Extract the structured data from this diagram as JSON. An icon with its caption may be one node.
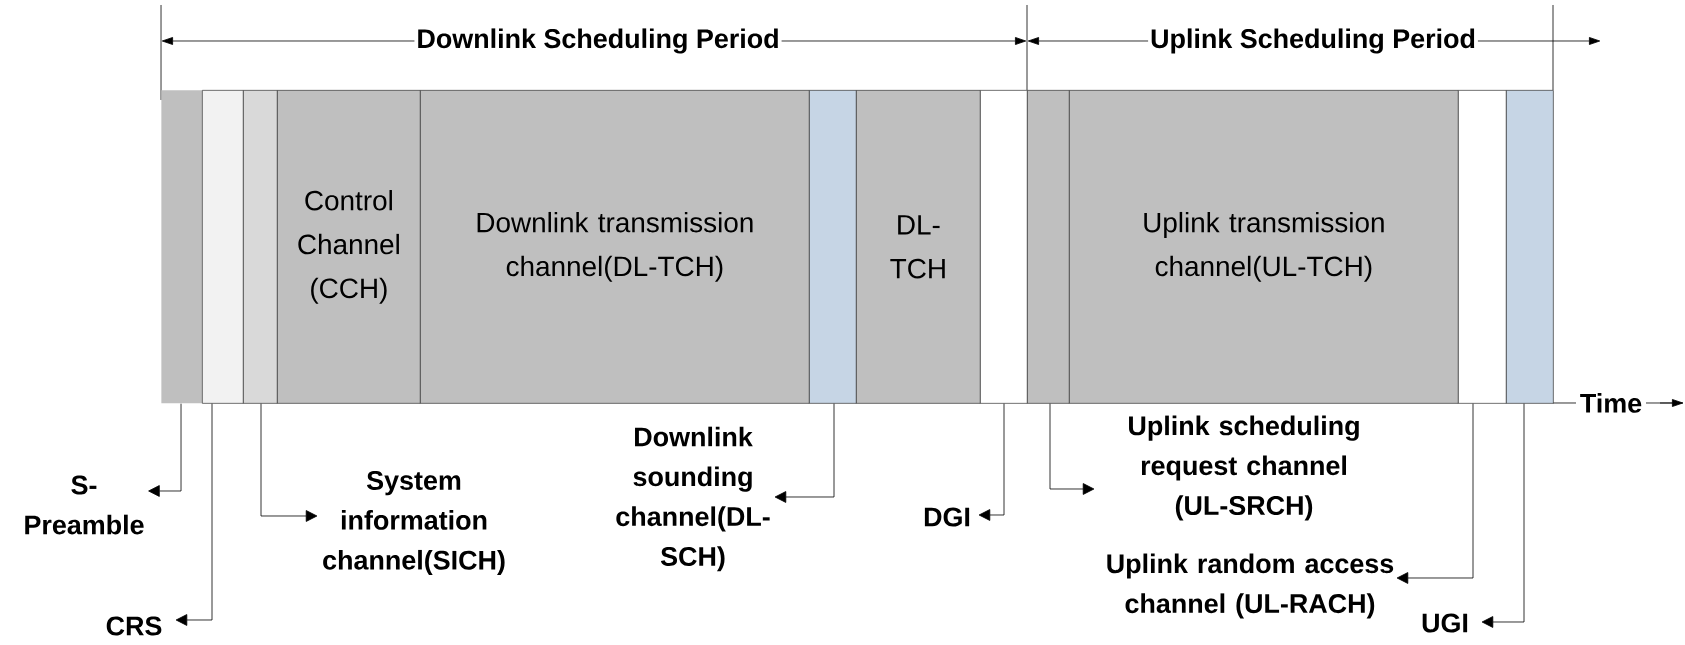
{
  "diagram": {
    "nodes": [
      {
        "text": [],
        "shape": "box"
      },
      {
        "text": [],
        "shape": "box"
      },
      {
        "text": [],
        "shape": "box"
      },
      {
        "text": [
          "Control Channel (CCH)"
        ]
      },
      {
        "text": [
          "Downlink transmission channel(DL-TCH)"
        ]
      },
      {
        "text": [],
        "shape": "box"
      },
      {
        "text": [
          "DL-TCH"
        ]
      },
      {
        "text": [],
        "shape": "box"
      },
      {
        "text": [],
        "shape": "box"
      },
      {
        "text": [
          "Uplink transmission channel(UL-TCH)"
        ]
      },
      {
        "text": [],
        "shape": "box"
      },
      {
        "text": [],
        "shape": "box"
      },
      {
        "text": [
          "S-Preamble"
        ]
      },
      {
        "text": [
          "CRS"
        ]
      },
      {
        "text": [
          "System information channel(SICH)"
        ]
      },
      {
        "text": [
          "Downlink sounding channel(DL-SCH)"
        ]
      },
      {
        "text": [
          "DGI"
        ]
      },
      {
        "text": [
          "Uplink scheduling request channel (UL-SRCH)"
        ]
      },
      {
        "text": [
          "Uplink random access channel (UL-RACH)"
        ]
      },
      {
        "text": [
          "UGI"
        ]
      }
    ],
    "edges": [
      {
        "from": 0,
        "to": 12,
        "arrow": "to"
      },
      {
        "from": 1,
        "to": 13,
        "arrow": "to"
      },
      {
        "from": 2,
        "to": 14,
        "arrow": "to"
      },
      {
        "from": 5,
        "to": 15,
        "arrow": "to"
      },
      {
        "from": 7,
        "to": 16,
        "arrow": "to"
      },
      {
        "from": 8,
        "to": 17,
        "arrow": "to"
      },
      {
        "from": 10,
        "to": 18,
        "arrow": "to"
      },
      {
        "from": 11,
        "to": 19,
        "arrow": "to"
      }
    ],
    "labels": [
      "Downlink Scheduling Period",
      "Uplink Scheduling Period",
      "Time"
    ]
  }
}
